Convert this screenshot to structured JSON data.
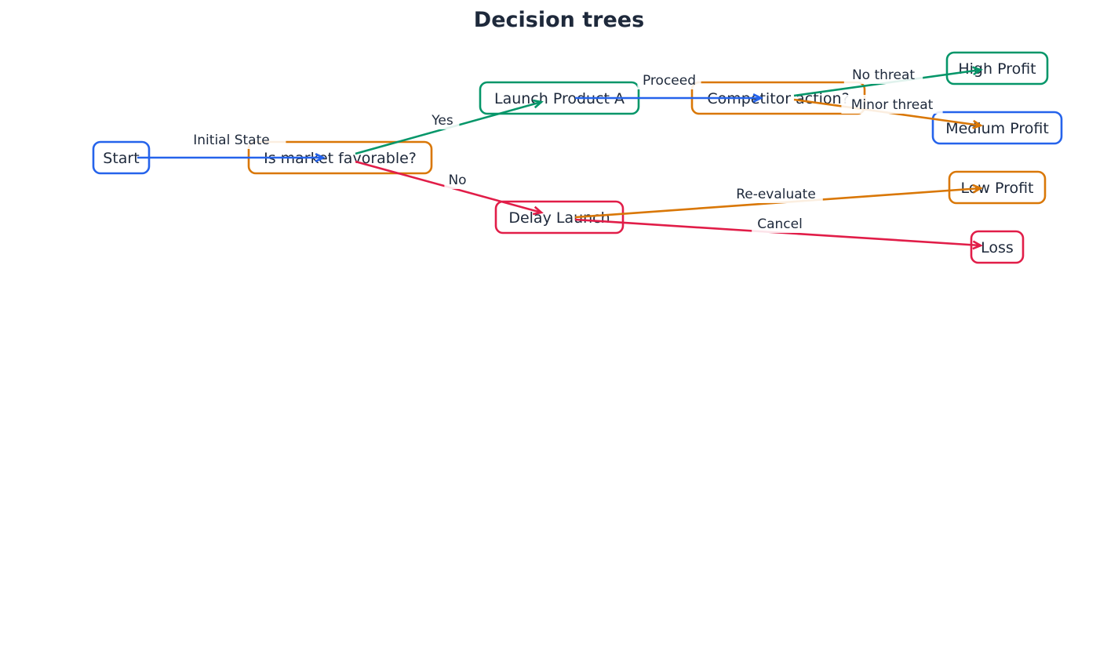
{
  "title": "Decision trees",
  "colors": {
    "blue": "#2563eb",
    "orange": "#d97706",
    "green": "#059669",
    "red": "#e11d48",
    "text": "#1e293b"
  },
  "nodes": [
    {
      "id": "start",
      "label": "Start",
      "color": "#2563eb"
    },
    {
      "id": "market",
      "label": "Is market favorable?",
      "color": "#d97706"
    },
    {
      "id": "launch",
      "label": "Launch Product A",
      "color": "#059669"
    },
    {
      "id": "competitor",
      "label": "Competitor action?",
      "color": "#d97706"
    },
    {
      "id": "delay",
      "label": "Delay Launch",
      "color": "#e11d48"
    },
    {
      "id": "high",
      "label": "High Profit",
      "color": "#059669"
    },
    {
      "id": "medium",
      "label": "Medium Profit",
      "color": "#2563eb"
    },
    {
      "id": "low",
      "label": "Low Profit",
      "color": "#d97706"
    },
    {
      "id": "loss",
      "label": "Loss",
      "color": "#e11d48"
    }
  ],
  "edges": [
    {
      "from": "start",
      "to": "market",
      "label": "Initial State",
      "color": "#2563eb"
    },
    {
      "from": "market",
      "to": "launch",
      "label": "Yes",
      "color": "#059669"
    },
    {
      "from": "market",
      "to": "delay",
      "label": "No",
      "color": "#e11d48"
    },
    {
      "from": "launch",
      "to": "competitor",
      "label": "Proceed",
      "color": "#2563eb"
    },
    {
      "from": "competitor",
      "to": "high",
      "label": "No threat",
      "color": "#059669"
    },
    {
      "from": "competitor",
      "to": "medium",
      "label": "Minor threat",
      "color": "#d97706"
    },
    {
      "from": "delay",
      "to": "low",
      "label": "Re-evaluate",
      "color": "#d97706"
    },
    {
      "from": "delay",
      "to": "loss",
      "label": "Cancel",
      "color": "#e11d48"
    }
  ]
}
